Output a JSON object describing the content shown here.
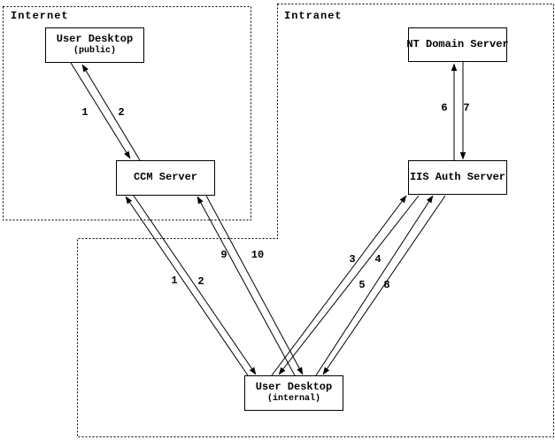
{
  "diagram": {
    "colors": {
      "ink": "#000000",
      "paper": "#ffffff"
    },
    "zones": [
      {
        "id": "internet",
        "label": "Internet"
      },
      {
        "id": "intranet",
        "label": "Intranet"
      }
    ],
    "nodes": [
      {
        "id": "user-desktop-public",
        "title": "User Desktop",
        "subtitle": "(public)"
      },
      {
        "id": "ccm-server",
        "title": "CCM Server",
        "subtitle": ""
      },
      {
        "id": "nt-domain-server",
        "title": "NT Domain Server",
        "subtitle": ""
      },
      {
        "id": "iis-auth-server",
        "title": "IIS Auth Server",
        "subtitle": ""
      },
      {
        "id": "user-desktop-internal",
        "title": "User Desktop",
        "subtitle": "(internal)"
      }
    ],
    "edges": [
      {
        "label": "1",
        "from": "user-desktop-public",
        "to": "ccm-server"
      },
      {
        "label": "2",
        "from": "ccm-server",
        "to": "user-desktop-public"
      },
      {
        "label": "1",
        "from": "user-desktop-internal",
        "to": "ccm-server"
      },
      {
        "label": "2",
        "from": "ccm-server",
        "to": "user-desktop-internal"
      },
      {
        "label": "9",
        "from": "user-desktop-internal",
        "to": "ccm-server"
      },
      {
        "label": "10",
        "from": "ccm-server",
        "to": "user-desktop-internal"
      },
      {
        "label": "3",
        "from": "user-desktop-internal",
        "to": "iis-auth-server"
      },
      {
        "label": "4",
        "from": "iis-auth-server",
        "to": "user-desktop-internal"
      },
      {
        "label": "5",
        "from": "user-desktop-internal",
        "to": "iis-auth-server"
      },
      {
        "label": "8",
        "from": "iis-auth-server",
        "to": "user-desktop-internal"
      },
      {
        "label": "6",
        "from": "iis-auth-server",
        "to": "nt-domain-server"
      },
      {
        "label": "7",
        "from": "nt-domain-server",
        "to": "iis-auth-server"
      }
    ]
  }
}
